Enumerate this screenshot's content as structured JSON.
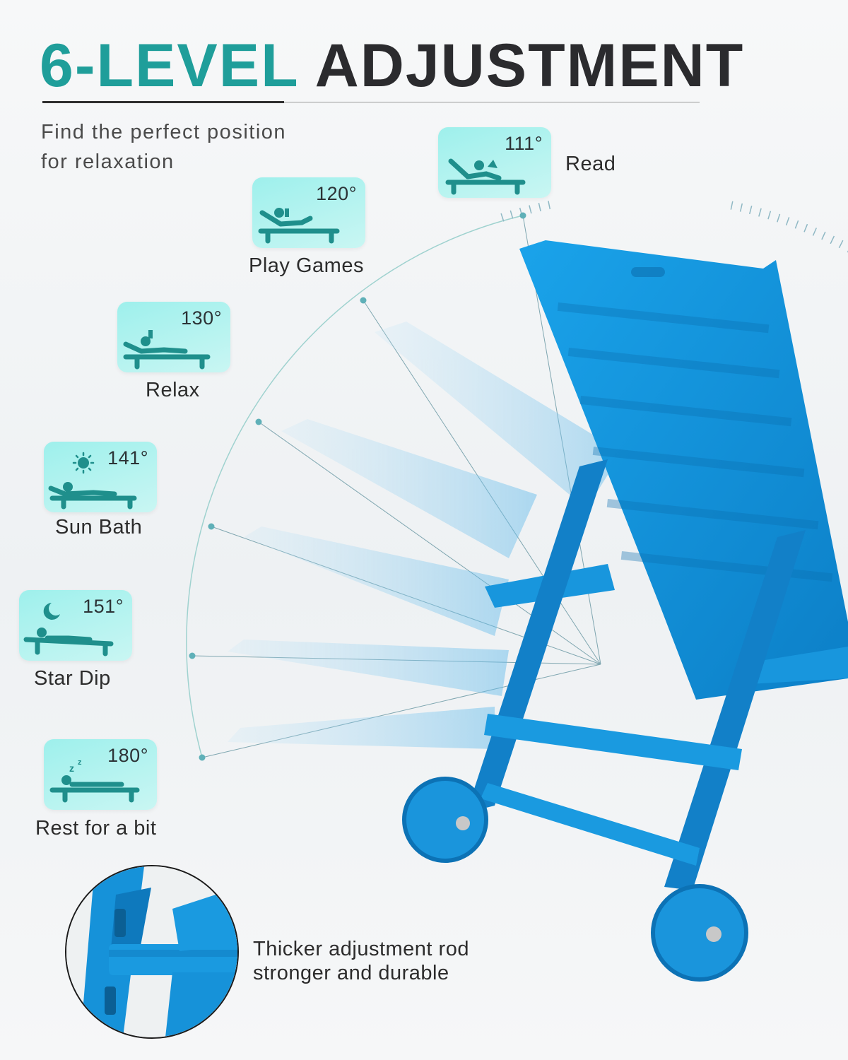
{
  "header": {
    "title_accent": "6-LEVEL",
    "title_main": "ADJUSTMENT",
    "subtitle_line1": "Find the perfect position",
    "subtitle_line2": "for relaxation"
  },
  "positions": [
    {
      "angle": "111°",
      "label": "Read",
      "icon": "reading-recliner-icon"
    },
    {
      "angle": "120°",
      "label": "Play Games",
      "icon": "phone-recliner-icon"
    },
    {
      "angle": "130°",
      "label": "Relax",
      "icon": "lounge-recliner-icon"
    },
    {
      "angle": "141°",
      "label": "Sun Bath",
      "icon": "sun-icon"
    },
    {
      "angle": "151°",
      "label": "Star Dip",
      "icon": "moon-icon"
    },
    {
      "angle": "180°",
      "label": "Rest for a bit",
      "icon": "sleep-zz-icon"
    }
  ],
  "feature": {
    "line1": "Thicker adjustment rod",
    "line2": "stronger and durable"
  },
  "colors": {
    "accent": "#1f9e9a",
    "heading": "#2b2b2e",
    "card_bg": "#a8f0ec",
    "icon": "#1f8f8c",
    "chair": "#1591d8"
  }
}
